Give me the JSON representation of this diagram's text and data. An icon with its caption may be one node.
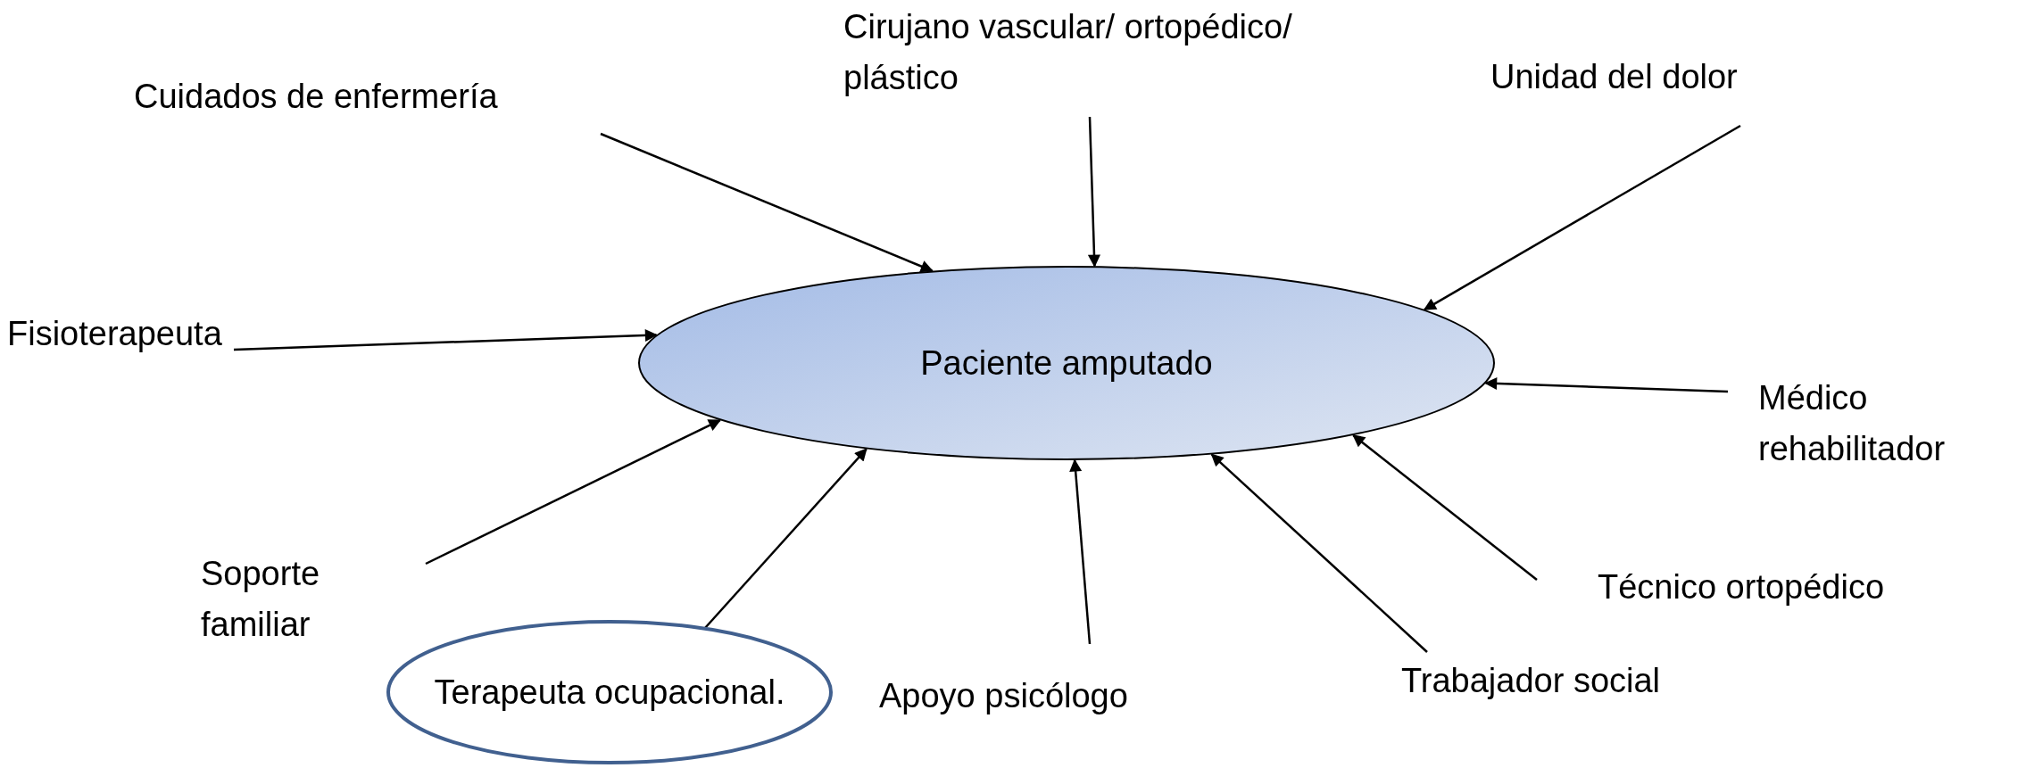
{
  "diagram": {
    "nodes": [
      {
        "text": [
          "Paciente amputado"
        ]
      },
      {
        "text": [
          "Cuidados de enfermería"
        ]
      },
      {
        "text": [
          "Cirujano vascular/ ortopédico/ plástico"
        ]
      },
      {
        "text": [
          "Unidad del dolor"
        ]
      },
      {
        "text": [
          "Fisioterapeuta"
        ]
      },
      {
        "text": [
          "Médico rehabilitador"
        ]
      },
      {
        "text": [
          "Soporte familiar"
        ]
      },
      {
        "text": [
          "Técnico ortopédico"
        ]
      },
      {
        "text": [
          "Terapeuta ocupacional."
        ]
      },
      {
        "text": [
          "Apoyo psicólogo"
        ]
      },
      {
        "text": [
          "Trabajador social"
        ]
      }
    ],
    "edges": [
      {
        "from": 1,
        "to": 0,
        "arrow": "to"
      },
      {
        "from": 2,
        "to": 0,
        "arrow": "to"
      },
      {
        "from": 3,
        "to": 0,
        "arrow": "to"
      },
      {
        "from": 4,
        "to": 0,
        "arrow": "to"
      },
      {
        "from": 5,
        "to": 0,
        "arrow": "to"
      },
      {
        "from": 6,
        "to": 0,
        "arrow": "to"
      },
      {
        "from": 7,
        "to": 0,
        "arrow": "to"
      },
      {
        "from": 8,
        "to": 0,
        "arrow": "to"
      },
      {
        "from": 9,
        "to": 0,
        "arrow": "to"
      },
      {
        "from": 10,
        "to": 0,
        "arrow": "to"
      }
    ]
  }
}
